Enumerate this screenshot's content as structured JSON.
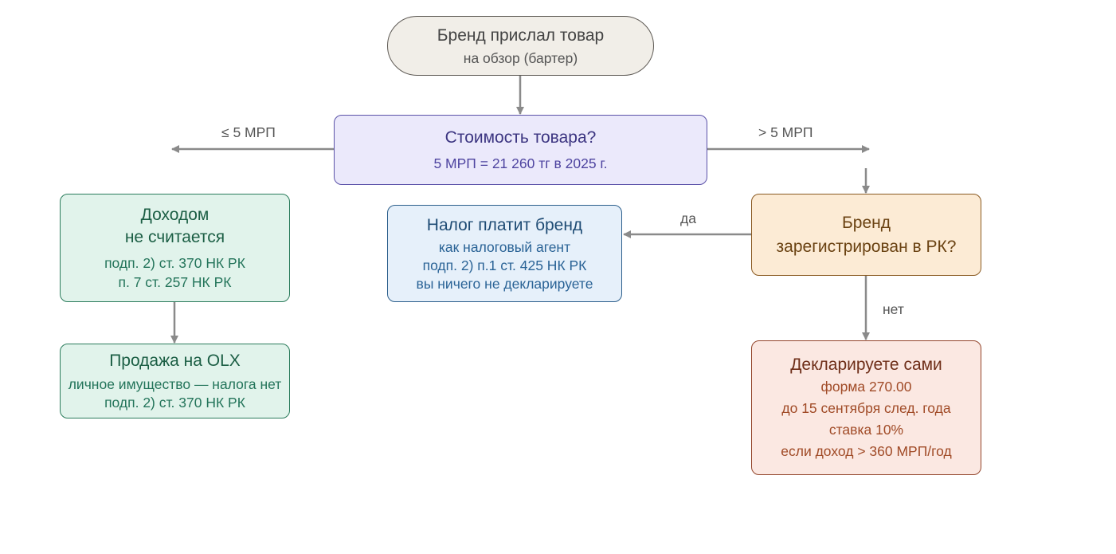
{
  "diagram": {
    "type": "flowchart",
    "nodes": {
      "start": {
        "title": "Бренд прислал товар",
        "subtitle": "на обзор (бартер)"
      },
      "cost": {
        "title": "Стоимость товара?",
        "subtitle": "5 МРП = 21 260 тг в 2025 г."
      },
      "not_income": {
        "title_line1": "Доходом",
        "title_line2": "не считается",
        "lines": [
          "подп. 2) ст. 370 НК РК",
          "п. 7 ст. 257 НК РК"
        ]
      },
      "olx": {
        "title": "Продажа на OLX",
        "lines": [
          "личное имущество — налога нет",
          "подп. 2) ст. 370 НК РК"
        ]
      },
      "brand_pays": {
        "title": "Налог платит бренд",
        "lines": [
          "как налоговый агент",
          "подп. 2) п.1 ст. 425 НК РК",
          "вы ничего не декларируете"
        ]
      },
      "registered": {
        "title_line1": "Бренд",
        "title_line2": "зарегистрирован в РК?"
      },
      "declare": {
        "title": "Декларируете сами",
        "lines": [
          "форма 270.00",
          "до 15 сентября след. года",
          "ставка 10%",
          "если доход > 360 МРП/год"
        ]
      }
    },
    "edges": {
      "le5": {
        "label": "≤ 5 МРП"
      },
      "gt5": {
        "label": "> 5 МРП"
      },
      "yes": {
        "label": "да"
      },
      "no": {
        "label": "нет"
      }
    },
    "colors": {
      "edge": "#8a8a8a",
      "start_fill": "#f1eee8",
      "cost_fill": "#ebe9fb",
      "green_fill": "#e1f3eb",
      "blue_fill": "#e6f0fa",
      "orange_fill": "#fcebd5",
      "red_fill": "#fbe8e2"
    }
  }
}
